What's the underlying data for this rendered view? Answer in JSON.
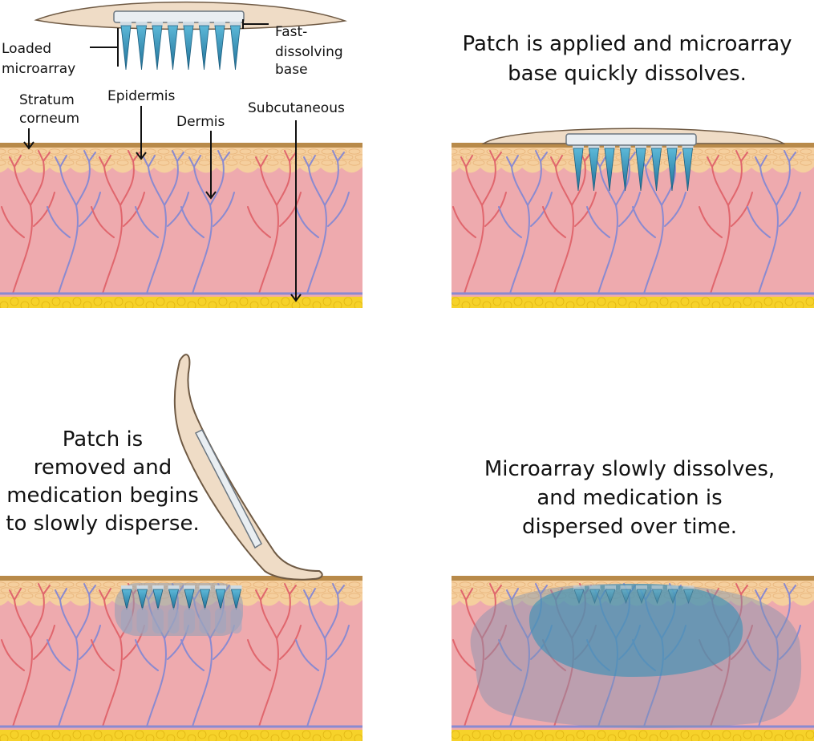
{
  "labels": {
    "loaded_microarray_1": "Loaded",
    "loaded_microarray_2": "microarray",
    "fast_dissolving_1": "Fast-",
    "fast_dissolving_2": "dissolving",
    "fast_dissolving_3": "base",
    "stratum_1": "Stratum",
    "stratum_2": "corneum",
    "epidermis": "Epidermis",
    "dermis": "Dermis",
    "subcutaneous": "Subcutaneous"
  },
  "captions": {
    "step2_1": "Patch is applied and microarray",
    "step2_2": "base quickly dissolves.",
    "step3_1": "Patch is",
    "step3_2": "removed and",
    "step3_3": "medication begins",
    "step3_4": "to slowly disperse.",
    "step4_1": "Microarray slowly dissolves,",
    "step4_2": "and medication is",
    "step4_3": "dispersed over time."
  },
  "colors": {
    "stratum": "#b88a4a",
    "epidermis": "#f5cf9e",
    "dermis": "#eeaaae",
    "fat": "#f6d22a",
    "artery": "#e0666d",
    "vein": "#8a8ad0",
    "patch": "#efdcc6",
    "needle": "#2b8bb0",
    "medication": "#3a93b8"
  }
}
